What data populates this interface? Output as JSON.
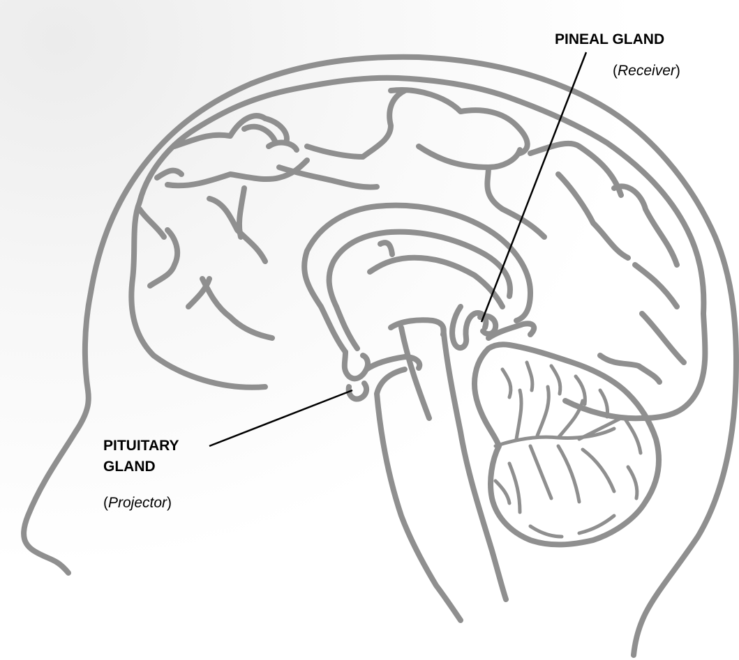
{
  "labels": {
    "pineal": {
      "title": "PINEAL GLAND",
      "role": "Receiver"
    },
    "pituitary": {
      "title_line1": "PITUITARY",
      "title_line2": "GLAND",
      "role": "Projector"
    }
  },
  "colors": {
    "line_art": "#8f8f8f",
    "leader_lines": "#000000",
    "text": "#000000",
    "background": "#ffffff"
  }
}
